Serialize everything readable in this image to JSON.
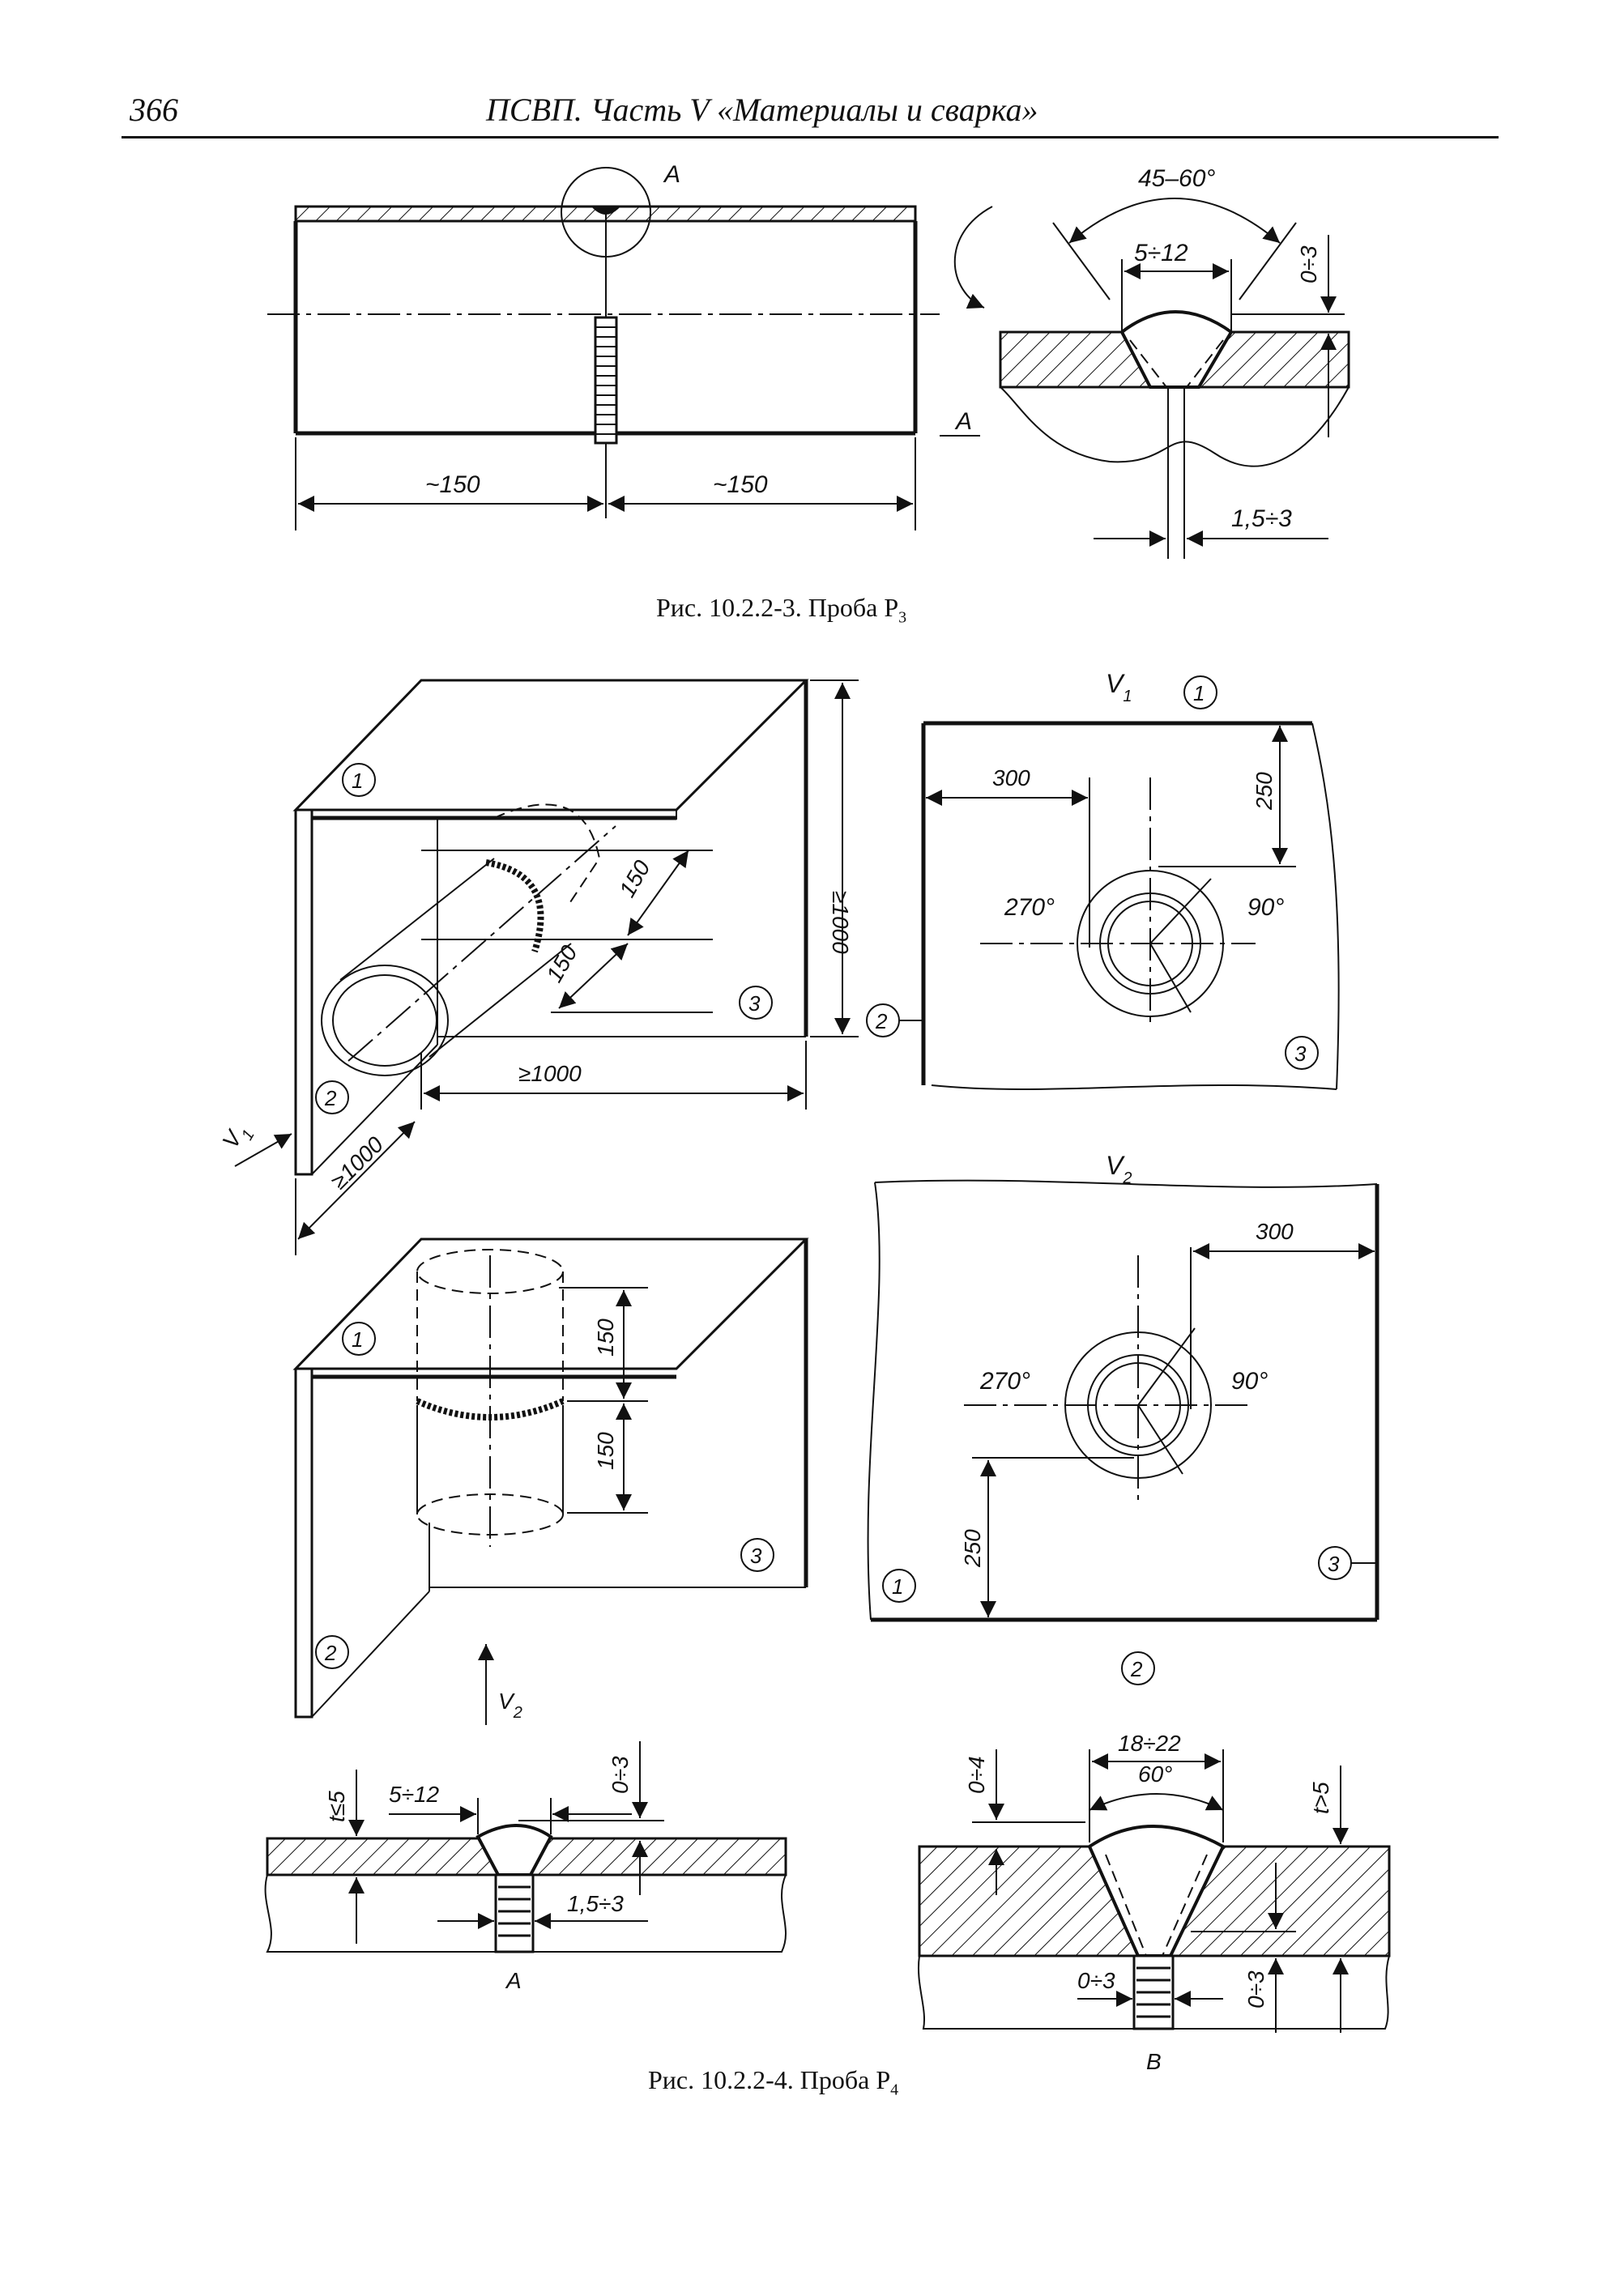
{
  "header": {
    "page_number": "366",
    "running_head": "ПСВП. Часть V «Материалы и сварка»"
  },
  "fig3": {
    "caption": "Рис. 10.2.2-3. Проба Р",
    "caption_sub": "3",
    "label_A": "A",
    "section_A": "A",
    "dim_left": "~150",
    "dim_right": "~150",
    "angle": "45–60°",
    "gap_width": "5÷12",
    "reinforcement": "0÷3",
    "root_gap": "1,5÷3"
  },
  "fig4": {
    "caption": "Рис. 10.2.2-4. Проба Р",
    "caption_sub": "4",
    "top_iso": {
      "label_1": "1",
      "label_2": "2",
      "label_3": "3",
      "dim_150_a": "150",
      "dim_150_b": "150",
      "dim_height": "≥1000",
      "dim_width": "≥1000",
      "dim_depth": "≥1000",
      "view": "V",
      "view_sub": "1"
    },
    "view1": {
      "title": "V",
      "title_sub": "1",
      "label_1": "1",
      "label_2": "2",
      "label_3": "3",
      "dim_300": "300",
      "dim_250": "250",
      "angle_270": "270°",
      "angle_90": "90°"
    },
    "bottom_iso": {
      "label_1": "1",
      "label_2": "2",
      "label_3": "3",
      "dim_150_a": "150",
      "dim_150_b": "150",
      "view": "V",
      "view_sub": "2"
    },
    "view2": {
      "title": "V",
      "title_sub": "2",
      "label_1": "1",
      "label_2": "2",
      "label_3": "3",
      "dim_300": "300",
      "dim_250": "250",
      "angle_270": "270°",
      "angle_90": "90°"
    },
    "section_A": {
      "label": "A",
      "thickness": "t≤5",
      "gap_width": "5÷12",
      "reinforcement": "0÷3",
      "root_gap": "1,5÷3"
    },
    "section_B": {
      "label": "B",
      "top_width": "18÷22",
      "angle": "60°",
      "reinforcement": "0÷4",
      "thickness": "t>5",
      "root_gap": "0÷3",
      "root_face": "0÷3"
    }
  }
}
